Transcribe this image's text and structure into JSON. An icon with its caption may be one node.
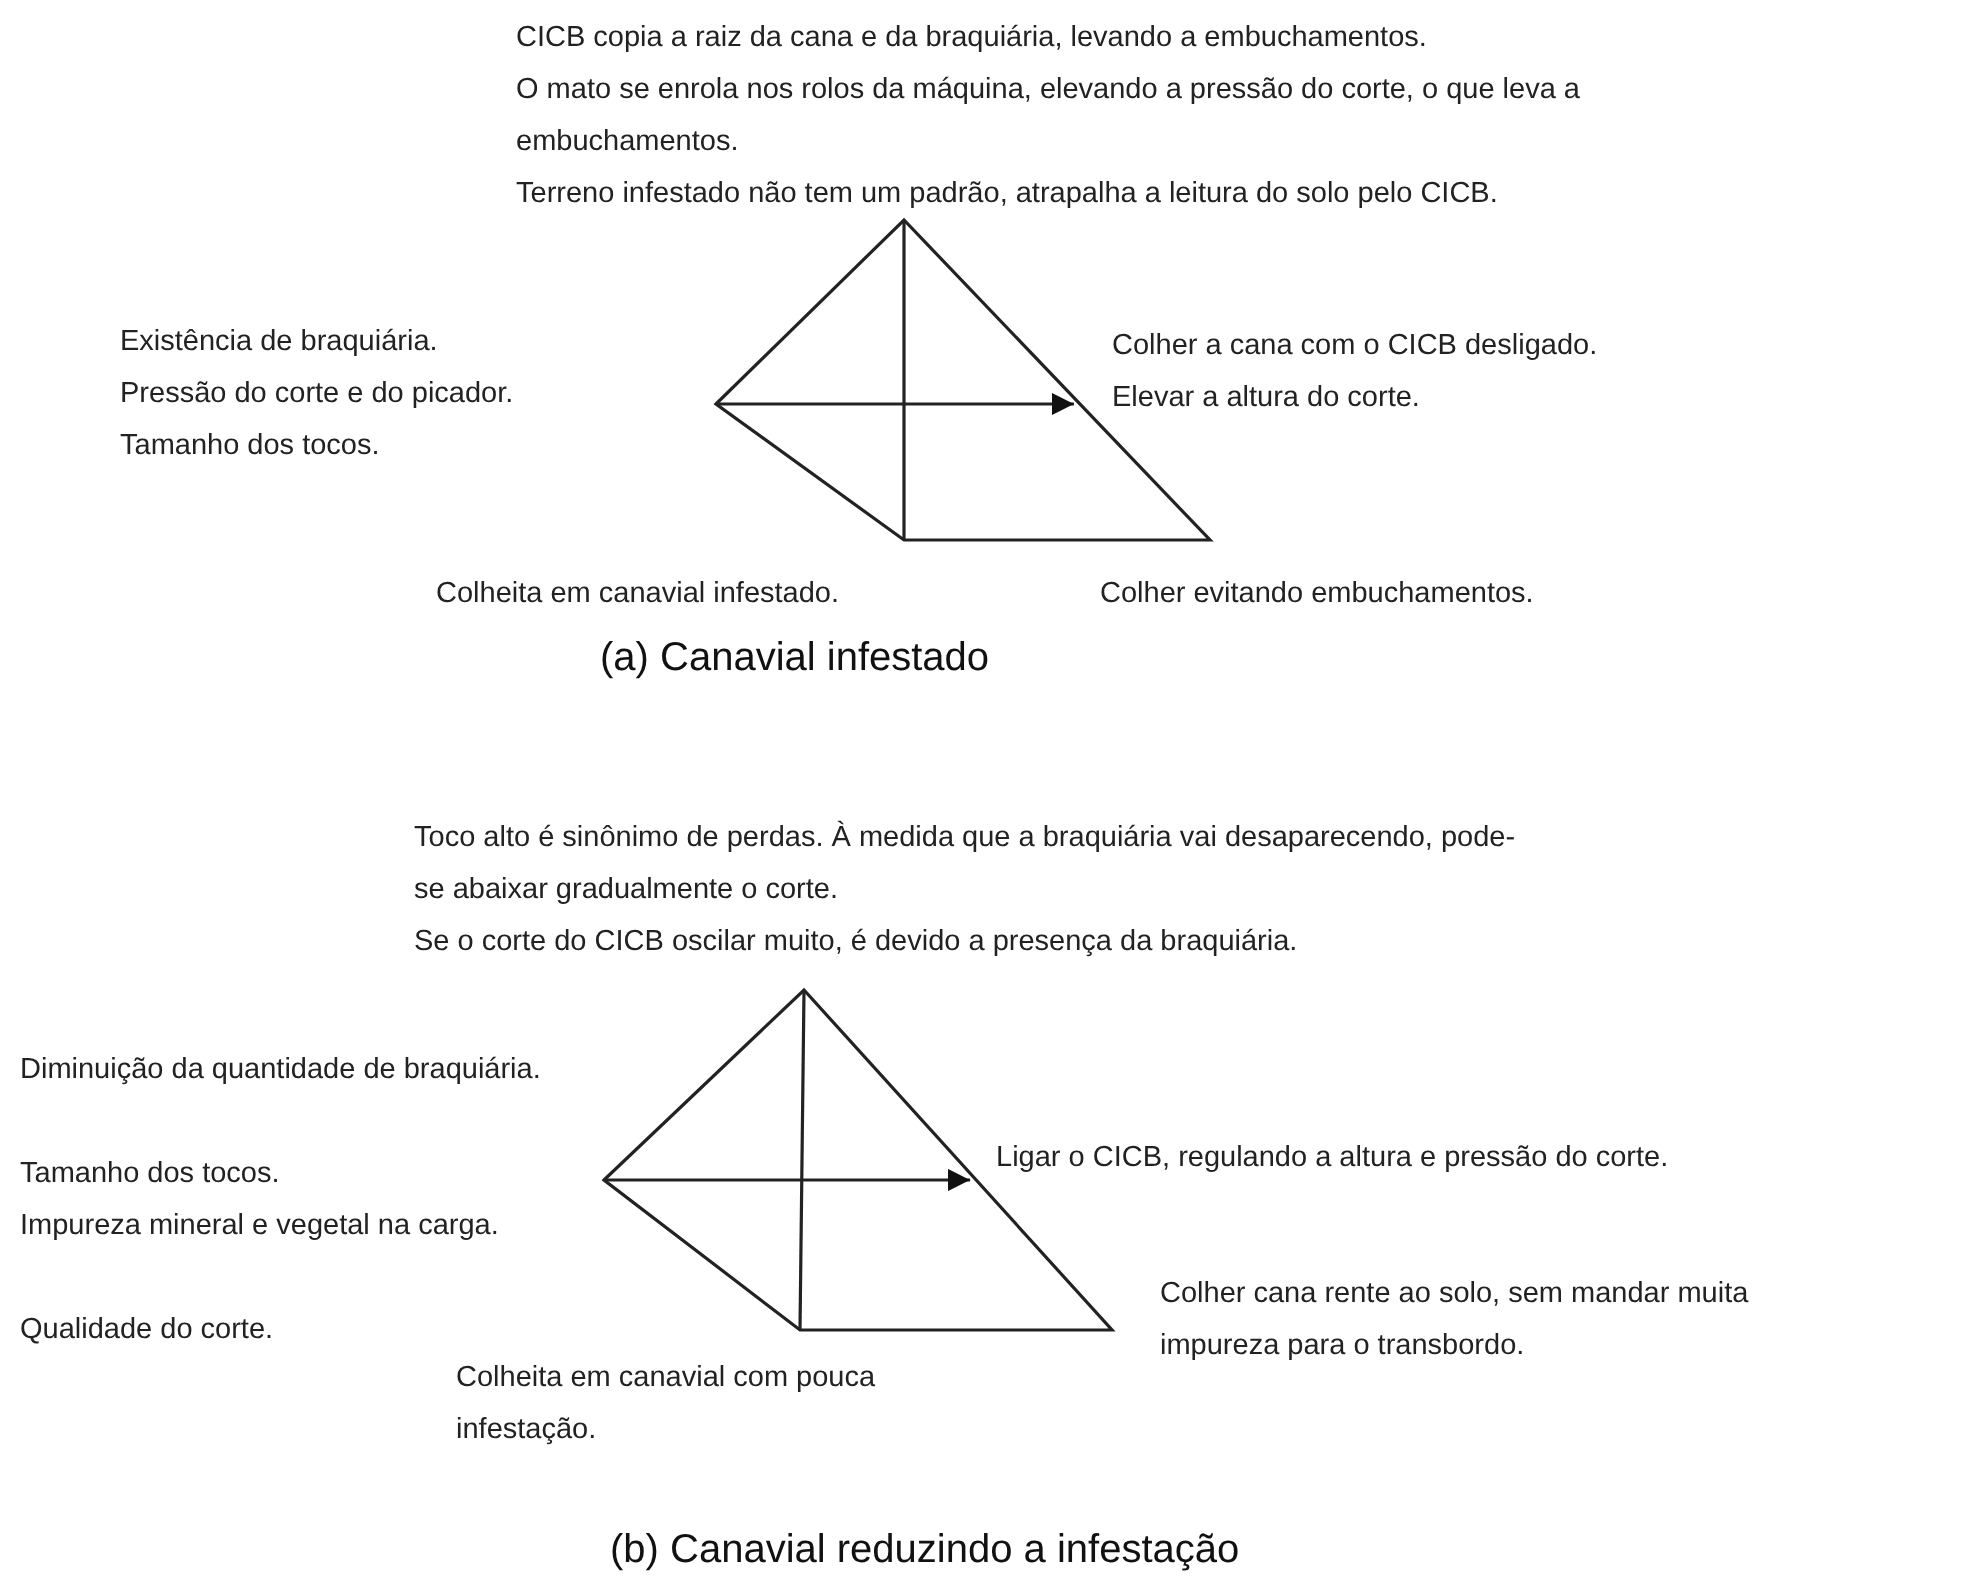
{
  "diagram": {
    "labels": [
      "CICB copia a raiz da cana e da braquiária, levando a embuchamentos.",
      "O mato se enrola nos rolos da máquina, elevando a pressão do corte, o que leva a embuchamentos.",
      "Terreno infestado não tem um padrão, atrapalha a leitura do solo pelo CICB.",
      "Existência de braquiária.",
      "Pressão do corte e do picador.",
      "Tamanho dos tocos.",
      "Colher a cana com o CICB desligado.",
      "Elevar a altura do corte.",
      "Colheita em canavial infestado.",
      "Colher evitando embuchamentos.",
      "(a)  Canavial infestado",
      "Toco alto é sinônimo de perdas.  À medida que a braquiária vai desaparecendo, pode-se abaixar gradualmente o corte.",
      "Se o corte do CICB oscilar muito, é devido a presença da braquiária.",
      "Diminuição da quantidade de braquiária.",
      "Tamanho dos tocos.",
      "Impureza mineral e vegetal na carga.",
      "Qualidade do corte.",
      "Ligar o CICB, regulando a altura e pressão do corte.",
      "Colheita em canavial com pouca infestação.",
      "Colher cana rente ao solo, sem mandar muita impureza para o transbordo.",
      "(b)  Canavial reduzindo a infestação"
    ]
  }
}
